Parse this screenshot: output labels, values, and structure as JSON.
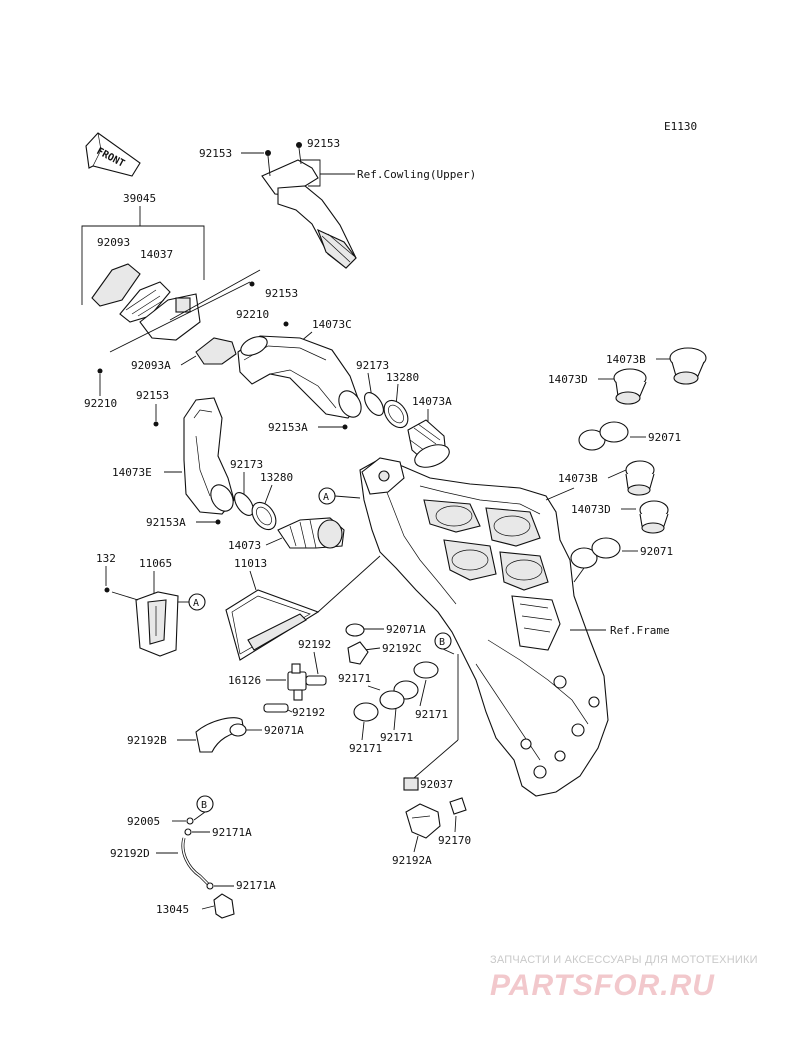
{
  "diagram_code": "E1130",
  "front_label": "FRONT",
  "refs": {
    "cowling": "Ref.Cowling(Upper)",
    "frame": "Ref.Frame"
  },
  "callouts": {
    "a": "A",
    "b": "B"
  },
  "labels": {
    "p92153_top_left": "92153",
    "p92153_top_right": "92153",
    "p39045": "39045",
    "p92093": "92093",
    "p14037": "14037",
    "p92153_mid": "92153",
    "p92210_right": "92210",
    "p14073C": "14073C",
    "p92093A": "92093A",
    "p92173_top": "92173",
    "p13280_top": "13280",
    "p92210_left": "92210",
    "p92153_left": "92153",
    "p92153A_top": "92153A",
    "p14073A": "14073A",
    "p14073B_top": "14073B",
    "p14073D_top": "14073D",
    "p92071_top": "92071",
    "p14073E": "14073E",
    "p92173_mid": "92173",
    "p13280_mid": "13280",
    "p14073B_mid": "14073B",
    "p92153A_mid": "92153A",
    "p14073D_mid": "14073D",
    "p14073": "14073",
    "p92071_mid": "92071",
    "p132": "132",
    "p11065": "11065",
    "p11013": "11013",
    "p92071A_right": "92071A",
    "p92192": "92192",
    "p92192C": "92192C",
    "p16126": "16126",
    "p92171_a": "92171",
    "p92192_b": "92192",
    "p92171_b": "92171",
    "p92171_c": "92171",
    "p92171_d": "92171",
    "p92192B": "92192B",
    "p92071A_left": "92071A",
    "p92037": "92037",
    "p92170": "92170",
    "p92005": "92005",
    "p92171A_top": "92171A",
    "p92192D": "92192D",
    "p92192A": "92192A",
    "p92171A_bottom": "92171A",
    "p13045": "13045"
  },
  "watermark": {
    "caption": "ЗАПЧАСТИ И АКСЕССУАРЫ ДЛЯ МОТОТЕХНИКИ",
    "brand": "PARTSFOR.RU"
  }
}
